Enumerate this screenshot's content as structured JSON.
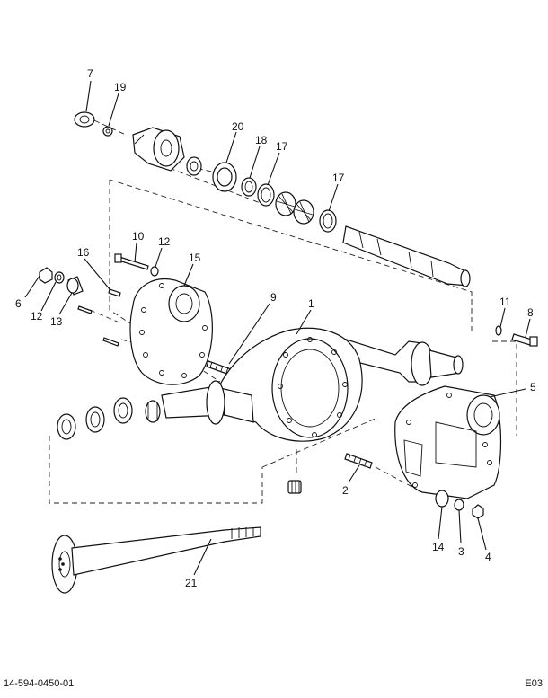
{
  "diagram": {
    "drawing_number": "14-594-0450-01",
    "sheet_code": "E03",
    "callouts": [
      {
        "id": "c7",
        "label": "7"
      },
      {
        "id": "c19",
        "label": "19"
      },
      {
        "id": "c20",
        "label": "20"
      },
      {
        "id": "c18",
        "label": "18"
      },
      {
        "id": "c17a",
        "label": "17"
      },
      {
        "id": "c17b",
        "label": "17"
      },
      {
        "id": "c10",
        "label": "10"
      },
      {
        "id": "c12a",
        "label": "12"
      },
      {
        "id": "c16",
        "label": "16"
      },
      {
        "id": "c15",
        "label": "15"
      },
      {
        "id": "c6",
        "label": "6"
      },
      {
        "id": "c12b",
        "label": "12"
      },
      {
        "id": "c13",
        "label": "13"
      },
      {
        "id": "c9",
        "label": "9"
      },
      {
        "id": "c1",
        "label": "1"
      },
      {
        "id": "c11",
        "label": "11"
      },
      {
        "id": "c8",
        "label": "8"
      },
      {
        "id": "c5",
        "label": "5"
      },
      {
        "id": "c2",
        "label": "2"
      },
      {
        "id": "c14",
        "label": "14"
      },
      {
        "id": "c3",
        "label": "3"
      },
      {
        "id": "c4",
        "label": "4"
      },
      {
        "id": "c21",
        "label": "21"
      }
    ]
  }
}
